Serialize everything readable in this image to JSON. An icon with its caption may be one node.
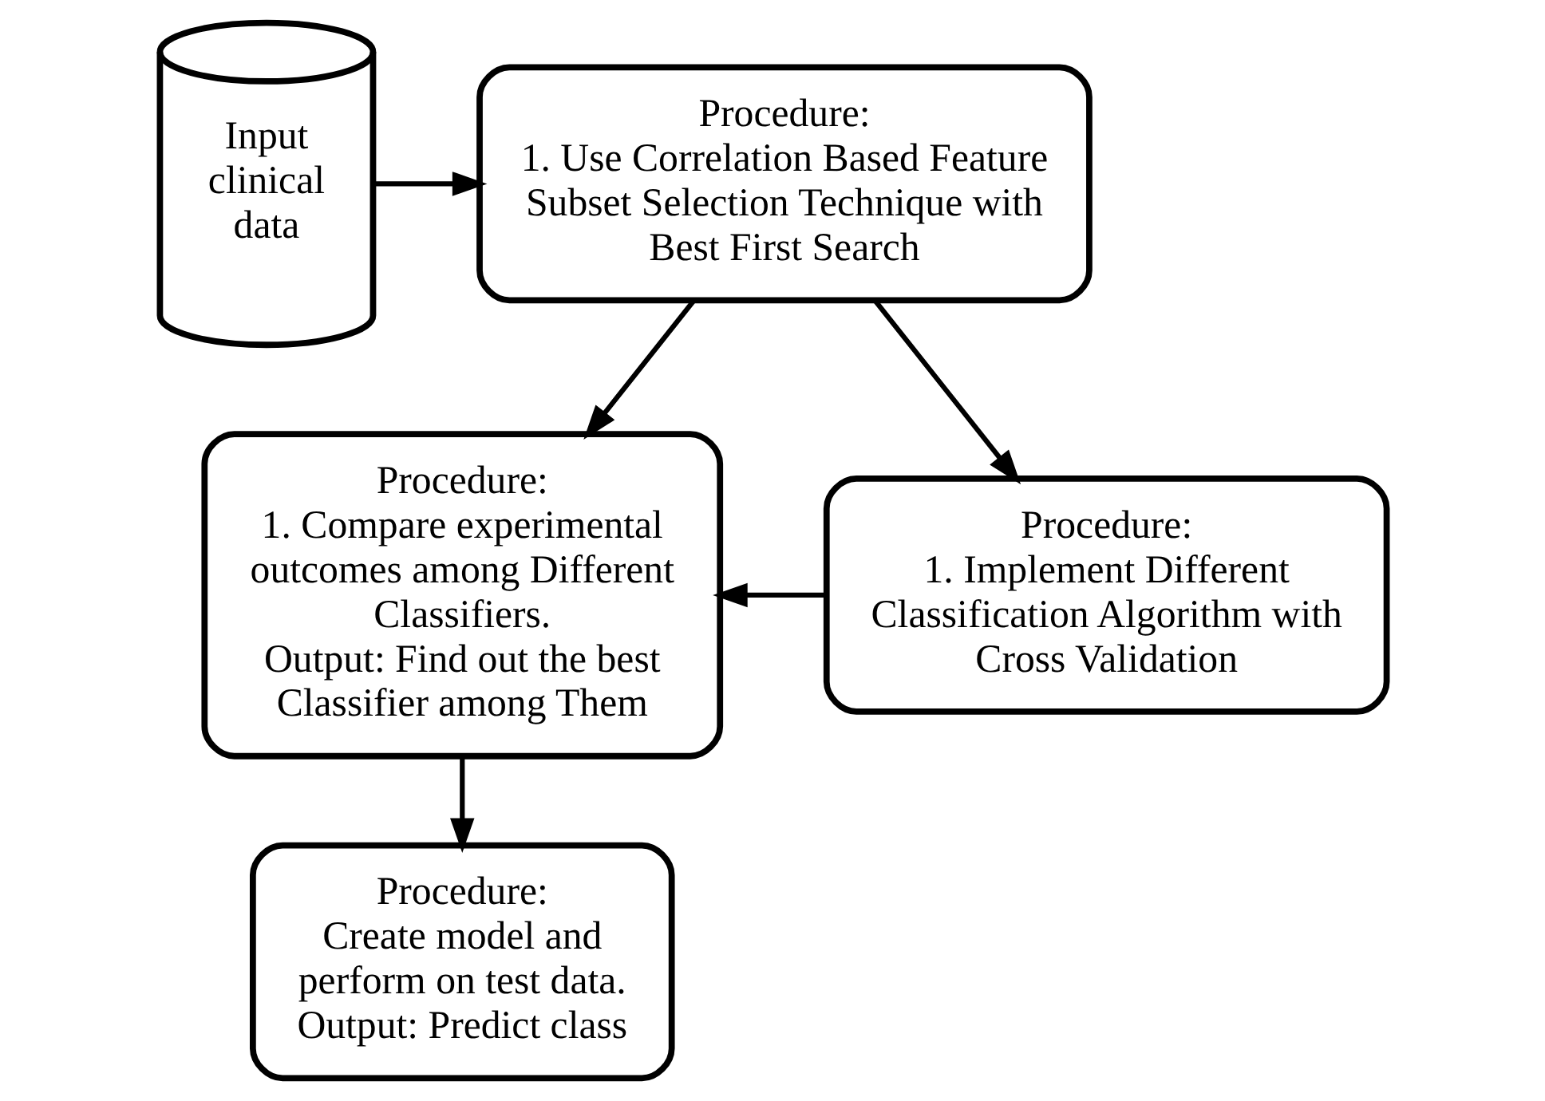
{
  "diagram": {
    "nodes": [
      {
        "text": [
          "Input clinical data"
        ]
      },
      {
        "text": [
          "Procedure:",
          "1. Use Correlation Based Feature Subset Selection Technique with Best First Search"
        ]
      },
      {
        "text": [
          "Procedure:",
          "1. Compare experimental outcomes among Different Classifiers.",
          "Output: Find out the best Classifier among Them"
        ]
      },
      {
        "text": [
          "Procedure:",
          "1. Implement Different Classification Algorithm with Cross Validation"
        ]
      },
      {
        "text": [
          "Procedure:",
          "Create model and perform on test data.",
          "Output: Predict class"
        ]
      }
    ],
    "edges": [
      {
        "from": 0,
        "to": 1,
        "arrow": "to"
      },
      {
        "from": 1,
        "to": 2,
        "arrow": "to"
      },
      {
        "from": 1,
        "to": 3,
        "arrow": "to"
      },
      {
        "from": 3,
        "to": 2,
        "arrow": "to"
      },
      {
        "from": 2,
        "to": 4,
        "arrow": "to"
      }
    ]
  }
}
